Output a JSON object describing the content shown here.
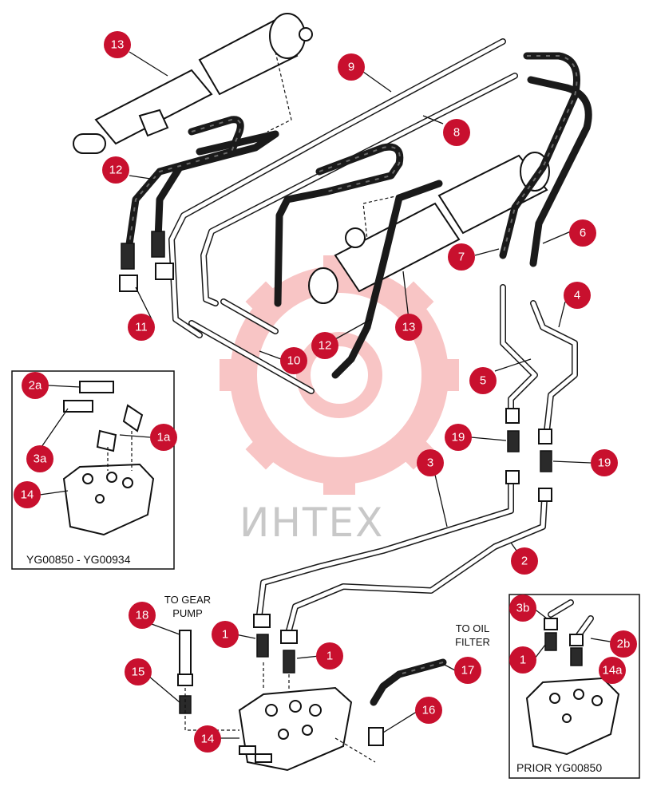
{
  "watermark": {
    "text": "ИНТЕХ"
  },
  "colors": {
    "callout": "#c8102e",
    "watermark_gear": "#f4b7b7",
    "line": "#111111"
  },
  "labels": {
    "to_gear_pump_1": "TO GEAR",
    "to_gear_pump_2": "PUMP",
    "to_oil_filter_1": "TO OIL",
    "to_oil_filter_2": "FILTER"
  },
  "insets": {
    "left": {
      "caption": "YG00850 - YG00934"
    },
    "right": {
      "caption": "PRIOR YG00850"
    }
  },
  "callouts": {
    "c13a": "13",
    "c9": "9",
    "c8": "8",
    "c12a": "12",
    "c7": "7",
    "c6": "6",
    "c4": "4",
    "c11": "11",
    "c10": "10",
    "c12b": "12",
    "c13b": "13",
    "c5": "5",
    "c2a": "2a",
    "c1a": "1a",
    "c3a": "3a",
    "c14left": "14",
    "c19a": "19",
    "c19b": "19",
    "c3": "3",
    "c2": "2",
    "c18": "18",
    "c1b": "1",
    "c1c": "1",
    "c15": "15",
    "c17": "17",
    "c16": "16",
    "c14": "14",
    "c3b": "3b",
    "c2b": "2b",
    "c1d": "1",
    "c14a": "14a"
  }
}
